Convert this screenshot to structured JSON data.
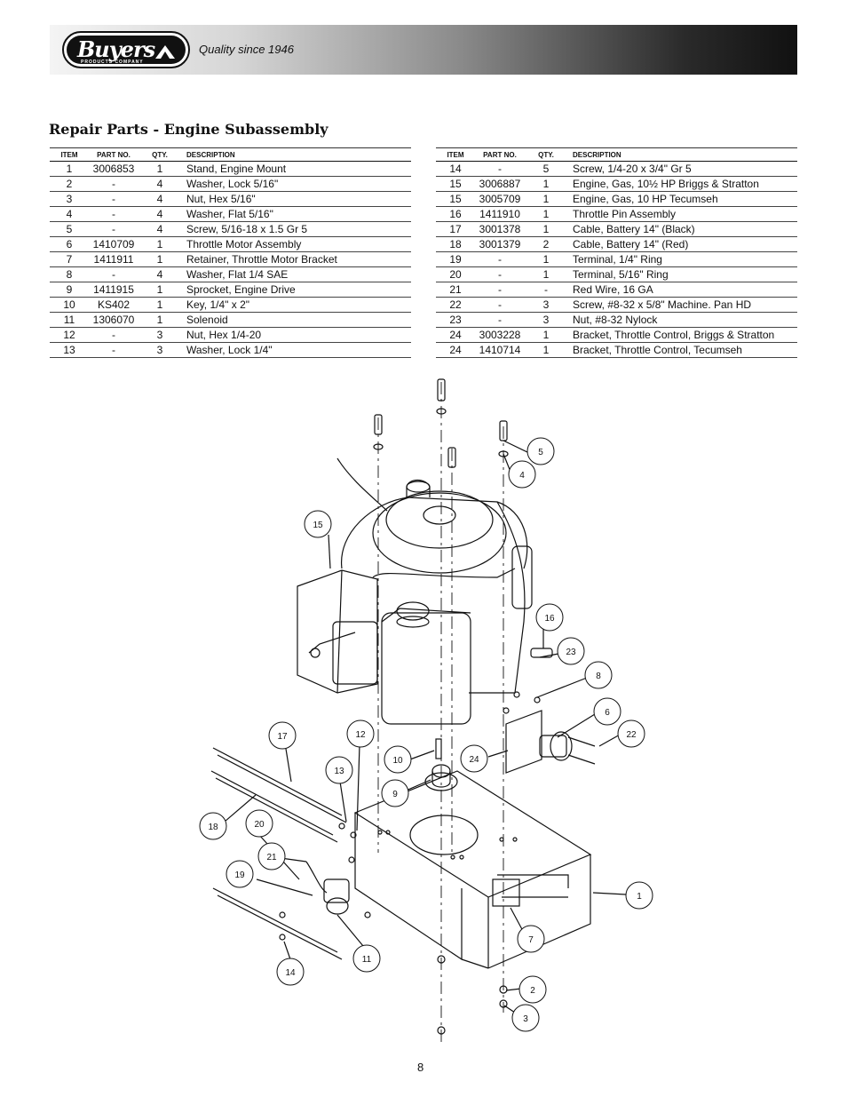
{
  "header": {
    "logo_text": "Buyers",
    "logo_subtext": "PRODUCTS COMPANY",
    "tagline": "Quality since 1946"
  },
  "title": "Repair Parts - Engine Subassembly",
  "columns": {
    "item": "ITEM",
    "part_no": "PART NO.",
    "qty": "QTY.",
    "description": "DESCRIPTION"
  },
  "parts_left": [
    {
      "item": "1",
      "part_no": "3006853",
      "qty": "1",
      "description": "Stand, Engine Mount"
    },
    {
      "item": "2",
      "part_no": "-",
      "qty": "4",
      "description": "Washer, Lock 5/16\""
    },
    {
      "item": "3",
      "part_no": "-",
      "qty": "4",
      "description": "Nut, Hex 5/16\""
    },
    {
      "item": "4",
      "part_no": "-",
      "qty": "4",
      "description": "Washer, Flat 5/16\""
    },
    {
      "item": "5",
      "part_no": "-",
      "qty": "4",
      "description": "Screw, 5/16-18 x 1.5 Gr 5"
    },
    {
      "item": "6",
      "part_no": "1410709",
      "qty": "1",
      "description": "Throttle Motor Assembly"
    },
    {
      "item": "7",
      "part_no": "1411911",
      "qty": "1",
      "description": "Retainer, Throttle Motor Bracket"
    },
    {
      "item": "8",
      "part_no": "-",
      "qty": "4",
      "description": "Washer, Flat 1/4 SAE"
    },
    {
      "item": "9",
      "part_no": "1411915",
      "qty": "1",
      "description": "Sprocket, Engine Drive"
    },
    {
      "item": "10",
      "part_no": "KS402",
      "qty": "1",
      "description": "Key, 1/4\" x 2\""
    },
    {
      "item": "11",
      "part_no": "1306070",
      "qty": "1",
      "description": "Solenoid"
    },
    {
      "item": "12",
      "part_no": "-",
      "qty": "3",
      "description": "Nut, Hex 1/4-20"
    },
    {
      "item": "13",
      "part_no": "-",
      "qty": "3",
      "description": "Washer, Lock 1/4\""
    }
  ],
  "parts_right": [
    {
      "item": "14",
      "part_no": "-",
      "qty": "5",
      "description": "Screw, 1/4-20 x 3/4\" Gr 5"
    },
    {
      "item": "15",
      "part_no": "3006887",
      "qty": "1",
      "description": "Engine, Gas, 10½ HP Briggs & Stratton"
    },
    {
      "item": "15",
      "part_no": "3005709",
      "qty": "1",
      "description": "Engine, Gas, 10 HP Tecumseh"
    },
    {
      "item": "16",
      "part_no": "1411910",
      "qty": "1",
      "description": "Throttle Pin Assembly"
    },
    {
      "item": "17",
      "part_no": "3001378",
      "qty": "1",
      "description": "Cable, Battery 14\" (Black)"
    },
    {
      "item": "18",
      "part_no": "3001379",
      "qty": "2",
      "description": "Cable, Battery 14\" (Red)"
    },
    {
      "item": "19",
      "part_no": "-",
      "qty": "1",
      "description": "Terminal, 1/4\" Ring"
    },
    {
      "item": "20",
      "part_no": "-",
      "qty": "1",
      "description": "Terminal, 5/16\" Ring"
    },
    {
      "item": "21",
      "part_no": "-",
      "qty": "-",
      "description": "Red Wire, 16 GA"
    },
    {
      "item": "22",
      "part_no": "-",
      "qty": "3",
      "description": "Screw, #8-32 x 5/8\" Machine. Pan HD"
    },
    {
      "item": "23",
      "part_no": "-",
      "qty": "3",
      "description": "Nut, #8-32 Nylock"
    },
    {
      "item": "24",
      "part_no": "3003228",
      "qty": "1",
      "description": "Bracket, Throttle Control, Briggs & Stratton"
    },
    {
      "item": "24",
      "part_no": "1410714",
      "qty": "1",
      "description": "Bracket, Throttle Control, Tecumseh"
    }
  ],
  "callouts": [
    "1",
    "2",
    "3",
    "4",
    "5",
    "6",
    "7",
    "8",
    "9",
    "10",
    "11",
    "12",
    "13",
    "14",
    "15",
    "16",
    "17",
    "18",
    "19",
    "20",
    "21",
    "22",
    "23",
    "24"
  ],
  "page_number": "8"
}
